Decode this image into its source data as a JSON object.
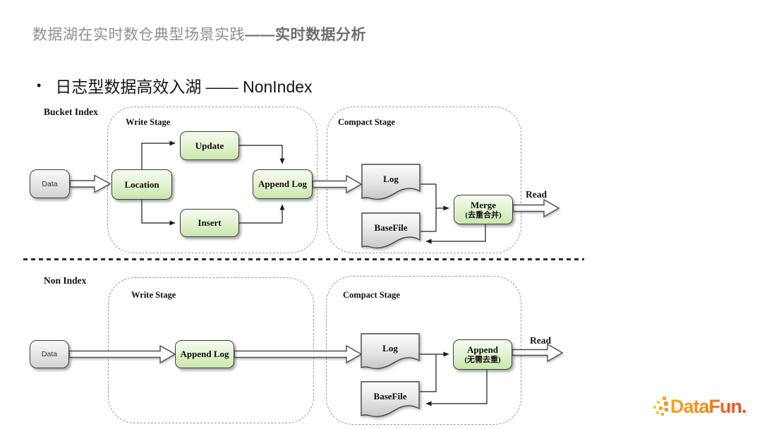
{
  "slide": {
    "title_part1": "数据湖在实时数仓典型场景实践",
    "title_part2": "——实时数据分析",
    "bullet_marker": "•",
    "bullet_text": "日志型数据高效入湖 —— NonIndex"
  },
  "top_flow": {
    "section_label": "Bucket Index",
    "write_stage_label": "Write Stage",
    "compact_stage_label": "Compact Stage",
    "nodes": {
      "data": "Data",
      "location": "Location",
      "update": "Update",
      "insert": "Insert",
      "append_log": "Append Log",
      "log": "Log",
      "basefile": "BaseFile",
      "merge_title": "Merge",
      "merge_subtitle": "(去重合并)",
      "read_label": "Read"
    }
  },
  "bottom_flow": {
    "section_label": "Non Index",
    "write_stage_label": "Write Stage",
    "compact_stage_label": "Compact Stage",
    "nodes": {
      "data": "Data",
      "append_log": "Append Log",
      "log": "Log",
      "basefile": "BaseFile",
      "append_title": "Append",
      "append_subtitle": "(无需去重)",
      "read_label": "Read"
    }
  },
  "logo": {
    "text": "DataFun."
  },
  "colors": {
    "node_green": "#c9e7ab",
    "node_gray": "#d2d2d2",
    "title_gray": "#8f8f8f",
    "logo_gradient_start": "#f3a51d",
    "logo_gradient_end": "#e8491d"
  }
}
